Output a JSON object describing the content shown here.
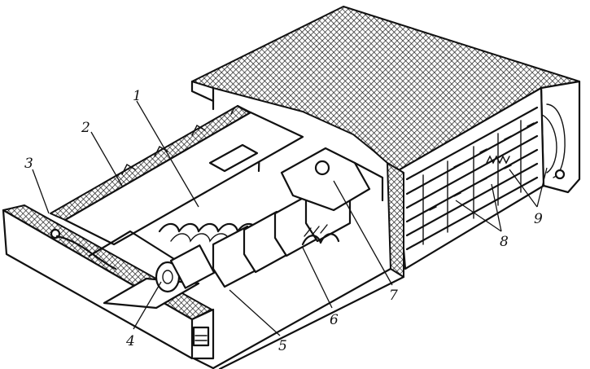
{
  "callouts": [
    {
      "id": "1",
      "text": "1"
    },
    {
      "id": "2",
      "text": "2"
    },
    {
      "id": "3",
      "text": "3"
    },
    {
      "id": "4",
      "text": "4"
    },
    {
      "id": "5",
      "text": "5"
    },
    {
      "id": "6",
      "text": "6"
    },
    {
      "id": "7",
      "text": "7"
    },
    {
      "id": "8",
      "text": "8"
    },
    {
      "id": "9",
      "text": "9"
    }
  ],
  "style": {
    "ink_color": "#111111",
    "background": "#ffffff"
  }
}
